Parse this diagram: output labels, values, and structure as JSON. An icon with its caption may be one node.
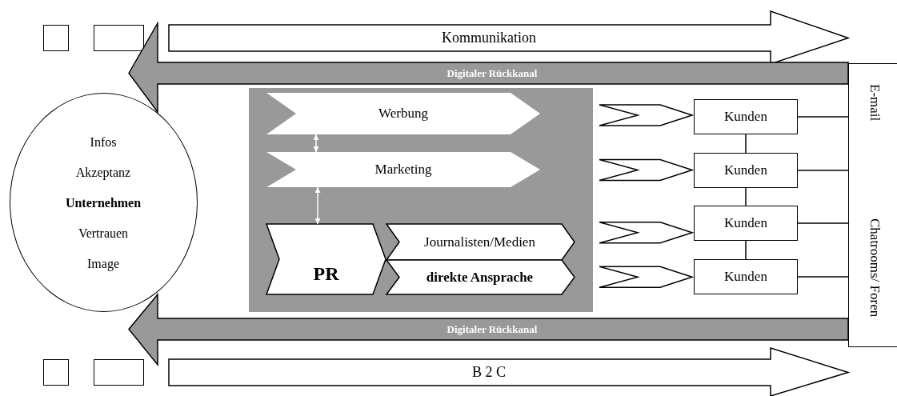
{
  "diagram": {
    "nodes": [
      {
        "text": [],
        "shape": "box"
      },
      {
        "text": [],
        "shape": "box"
      },
      {
        "text": [
          "Kommunikation"
        ]
      },
      {
        "text": [
          "Digitaler Rückkanal"
        ]
      },
      {
        "text": [
          "Infos",
          "Akzeptanz",
          "Unternehmen",
          "Vertrauen",
          "Image"
        ]
      },
      {
        "text": [],
        "shape": "box"
      },
      {
        "text": [
          "Werbung"
        ],
        "in": 5
      },
      {
        "text": [
          "Marketing"
        ],
        "in": 5
      },
      {
        "text": [
          "PR"
        ],
        "in": 5
      },
      {
        "text": [
          "Journalisten/Medien"
        ],
        "in": 5
      },
      {
        "text": [
          "direkte Ansprache"
        ],
        "in": 5
      },
      {
        "text": [
          "Kunden"
        ]
      },
      {
        "text": [
          "Kunden"
        ]
      },
      {
        "text": [
          "Kunden"
        ]
      },
      {
        "text": [
          "Kunden"
        ]
      },
      {
        "text": [
          "E-mail",
          "Chatrooms/ Foren"
        ]
      },
      {
        "text": [
          "Digitaler Rückkanal"
        ]
      },
      {
        "text": [],
        "shape": "box"
      },
      {
        "text": [],
        "shape": "box"
      },
      {
        "text": [
          "B 2 C"
        ]
      }
    ],
    "edges": [
      {
        "from": 6,
        "to": 7,
        "arrow": "both",
        "color": "#ffffff"
      },
      {
        "from": 7,
        "to": 8,
        "arrow": "both",
        "color": "#ffffff"
      },
      {
        "from": 6,
        "to": 11,
        "arrow": "to",
        "style": "thick"
      },
      {
        "from": 7,
        "to": 12,
        "arrow": "to",
        "style": "thick"
      },
      {
        "from": 9,
        "to": 13,
        "arrow": "to",
        "style": "thick"
      },
      {
        "from": 10,
        "to": 14,
        "arrow": "to",
        "style": "thick"
      },
      {
        "from": 11,
        "to": 12,
        "arrow": "none"
      },
      {
        "from": 12,
        "to": 13,
        "arrow": "none"
      },
      {
        "from": 13,
        "to": 14,
        "arrow": "none"
      },
      {
        "from": 11,
        "to": 15,
        "arrow": "none"
      },
      {
        "from": 12,
        "to": 15,
        "arrow": "none"
      },
      {
        "from": 13,
        "to": 15,
        "arrow": "none"
      },
      {
        "from": 14,
        "to": 15,
        "arrow": "none"
      }
    ]
  }
}
